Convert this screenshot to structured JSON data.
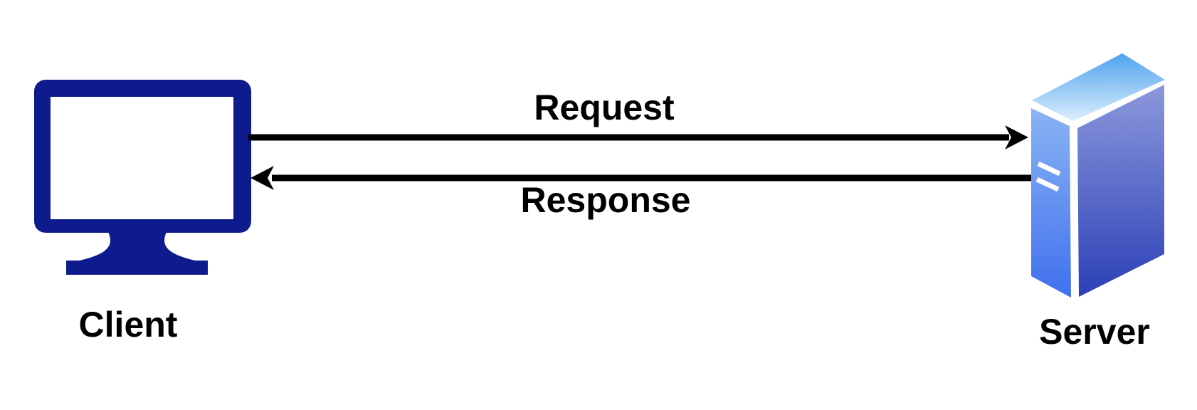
{
  "labels": {
    "client": "Client",
    "server": "Server",
    "request": "Request",
    "response": "Response"
  },
  "flow": [
    {
      "from": "Client",
      "to": "Server",
      "label": "Request",
      "direction": "right"
    },
    {
      "from": "Server",
      "to": "Client",
      "label": "Response",
      "direction": "left"
    }
  ],
  "icons": {
    "client": "desktop-monitor-icon",
    "server": "server-tower-icon",
    "request": "right-arrow-icon",
    "response": "left-arrow-icon"
  },
  "colors": {
    "background": "#ffffff",
    "ink": "#000000",
    "client_navy": "#0d1b8c",
    "vent_white": "#ffffff",
    "server_top_start": "#4fa3ef",
    "server_top_end": "#dcedfd",
    "server_front_start": "#8ab4f3",
    "server_front_end": "#4070ee",
    "server_side_start": "#8c98dc",
    "server_side_end": "#2b40b5"
  }
}
